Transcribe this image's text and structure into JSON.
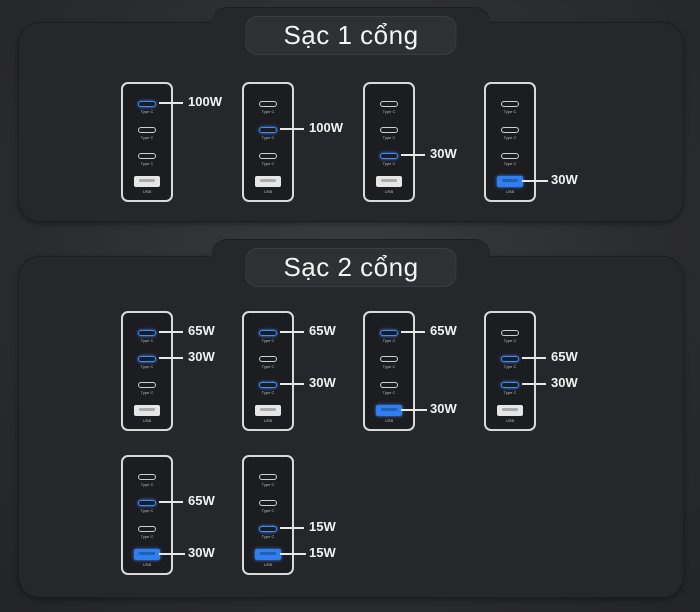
{
  "section1": {
    "title": "Sạc 1 cổng"
  },
  "section2": {
    "title": "Sạc 2 cổng"
  },
  "labels": {
    "typec": "Type C",
    "usb": "USB"
  },
  "colors": {
    "active": "#3d8cff",
    "background": "#26272a"
  },
  "chargers": [
    {
      "section": 1,
      "active": [
        0
      ],
      "watts": [
        "100W"
      ]
    },
    {
      "section": 1,
      "active": [
        1
      ],
      "watts": [
        "100W"
      ]
    },
    {
      "section": 1,
      "active": [
        2
      ],
      "watts": [
        "30W"
      ]
    },
    {
      "section": 1,
      "active": [
        3
      ],
      "watts": [
        "30W"
      ]
    },
    {
      "section": 2,
      "active": [
        0,
        1
      ],
      "watts": [
        "65W",
        "30W"
      ]
    },
    {
      "section": 2,
      "active": [
        0,
        2
      ],
      "watts": [
        "65W",
        "30W"
      ]
    },
    {
      "section": 2,
      "active": [
        0,
        3
      ],
      "watts": [
        "65W",
        "30W"
      ]
    },
    {
      "section": 2,
      "active": [
        1,
        2
      ],
      "watts": [
        "65W",
        "30W"
      ]
    },
    {
      "section": 2,
      "active": [
        1,
        3
      ],
      "watts": [
        "65W",
        "30W"
      ]
    },
    {
      "section": 2,
      "active": [
        2,
        3
      ],
      "watts": [
        "15W",
        "15W"
      ]
    }
  ]
}
